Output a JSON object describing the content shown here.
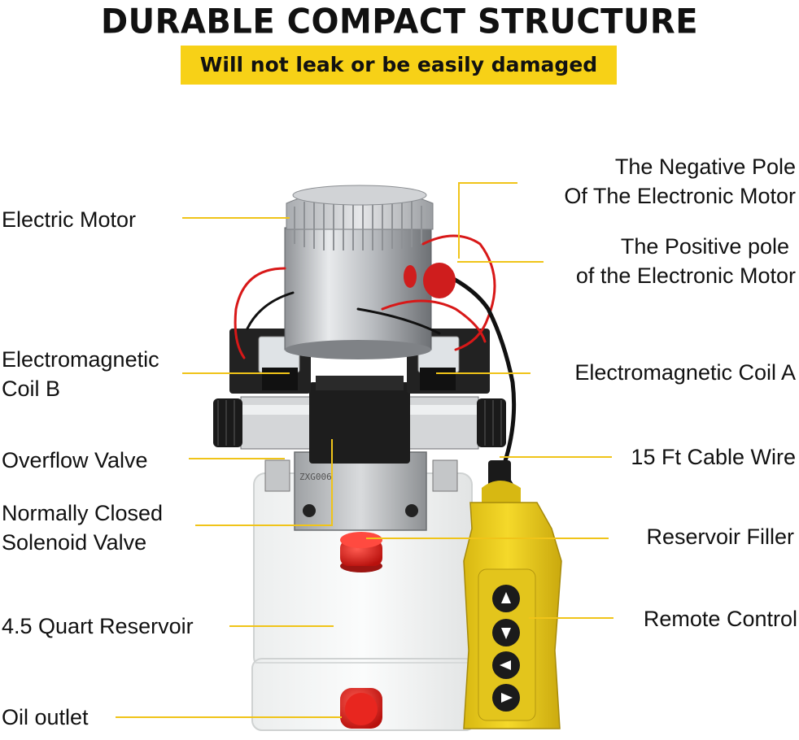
{
  "header": {
    "title": "DURABLE COMPACT STRUCTURE",
    "subtitle": "Will not leak or be easily damaged"
  },
  "labels": {
    "electric_motor": "Electric Motor",
    "neg_pole_1": "The Negative Pole",
    "neg_pole_2": "Of The Electronic Motor",
    "pos_pole_1": "The Positive pole",
    "pos_pole_2": "of the Electronic Motor",
    "coil_b_1": "Electromagnetic",
    "coil_b_2": "Coil B",
    "coil_a": "Electromagnetic Coil A",
    "overflow_valve": "Overflow Valve",
    "cable_wire": "15 Ft Cable Wire",
    "solenoid_1": "Normally Closed",
    "solenoid_2": "Solenoid Valve",
    "reservoir_filler": "Reservoir Filler",
    "reservoir": "4.5 Quart Reservoir",
    "remote_control": "Remote Control",
    "oil_outlet": "Oil outlet"
  },
  "product": {
    "valve_marking": "ZXG006"
  },
  "colors": {
    "accent_yellow": "#f7d117",
    "leader_line": "#f0c419",
    "remote_body": "#f2d21c",
    "cap_red": "#e52420",
    "wire_red": "#d81818"
  }
}
